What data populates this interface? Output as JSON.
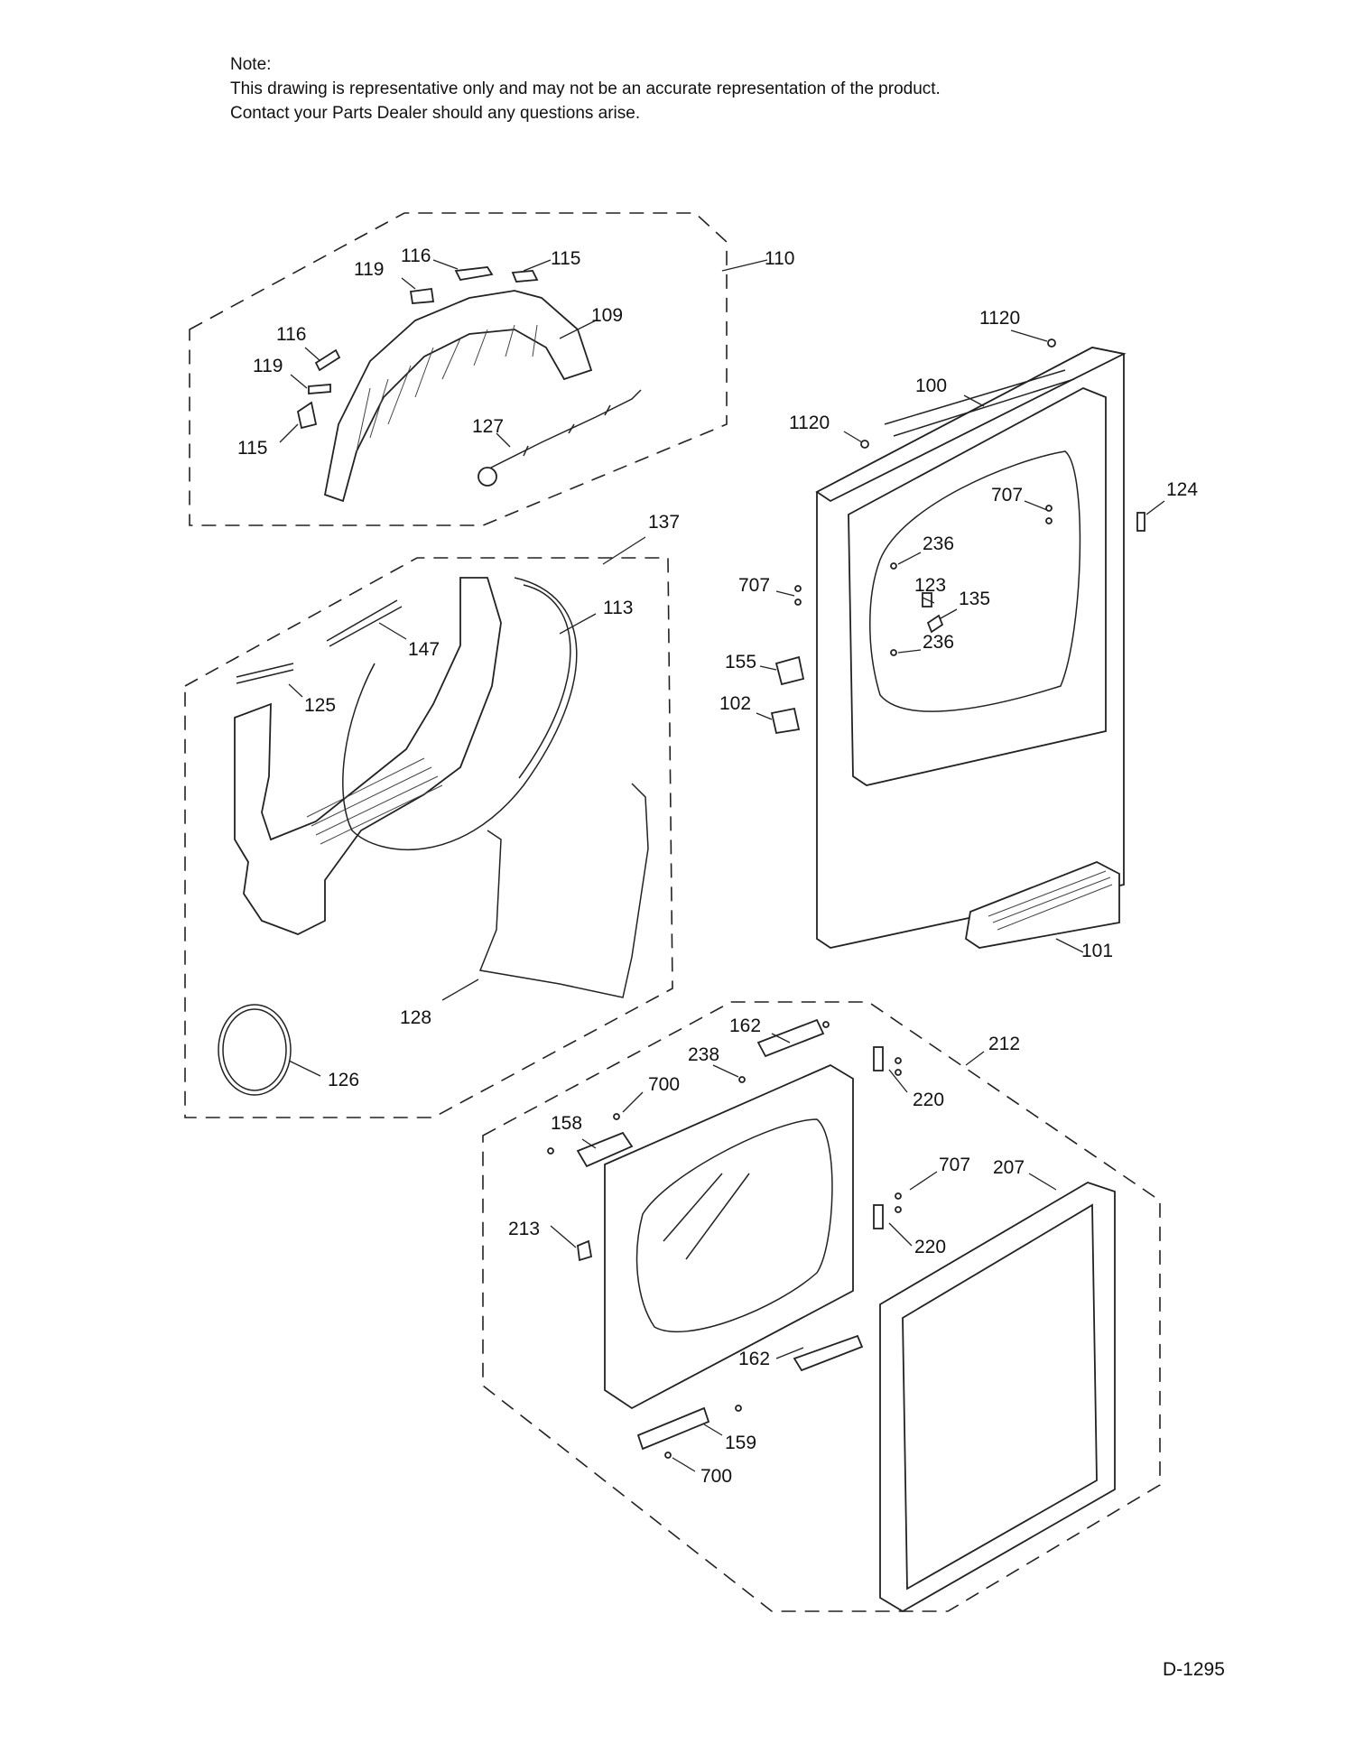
{
  "note": {
    "heading": "Note:",
    "line1": "This drawing is representative only and may not be an accurate representation of the product.",
    "line2": "Contact your Parts Dealer should any questions arise."
  },
  "drawing_code": "D-1295",
  "part_labels": {
    "p110": "110",
    "p116a": "116",
    "p119a": "119",
    "p115a": "115",
    "p109": "109",
    "p116b": "116",
    "p119b": "119",
    "p115b": "115",
    "p127": "127",
    "p1120a": "1120",
    "p100": "100",
    "p1120b": "1120",
    "p124": "124",
    "p707a": "707",
    "p236a": "236",
    "p707b": "707",
    "p123": "123",
    "p135": "135",
    "p236b": "236",
    "p155": "155",
    "p102": "102",
    "p101": "101",
    "p137": "137",
    "p113": "113",
    "p147": "147",
    "p125": "125",
    "p128": "128",
    "p126": "126",
    "p162a": "162",
    "p238": "238",
    "p212": "212",
    "p700a": "700",
    "p220a": "220",
    "p158": "158",
    "p707c": "707",
    "p207": "207",
    "p213": "213",
    "p220b": "220",
    "p162b": "162",
    "p159": "159",
    "p700b": "700"
  }
}
